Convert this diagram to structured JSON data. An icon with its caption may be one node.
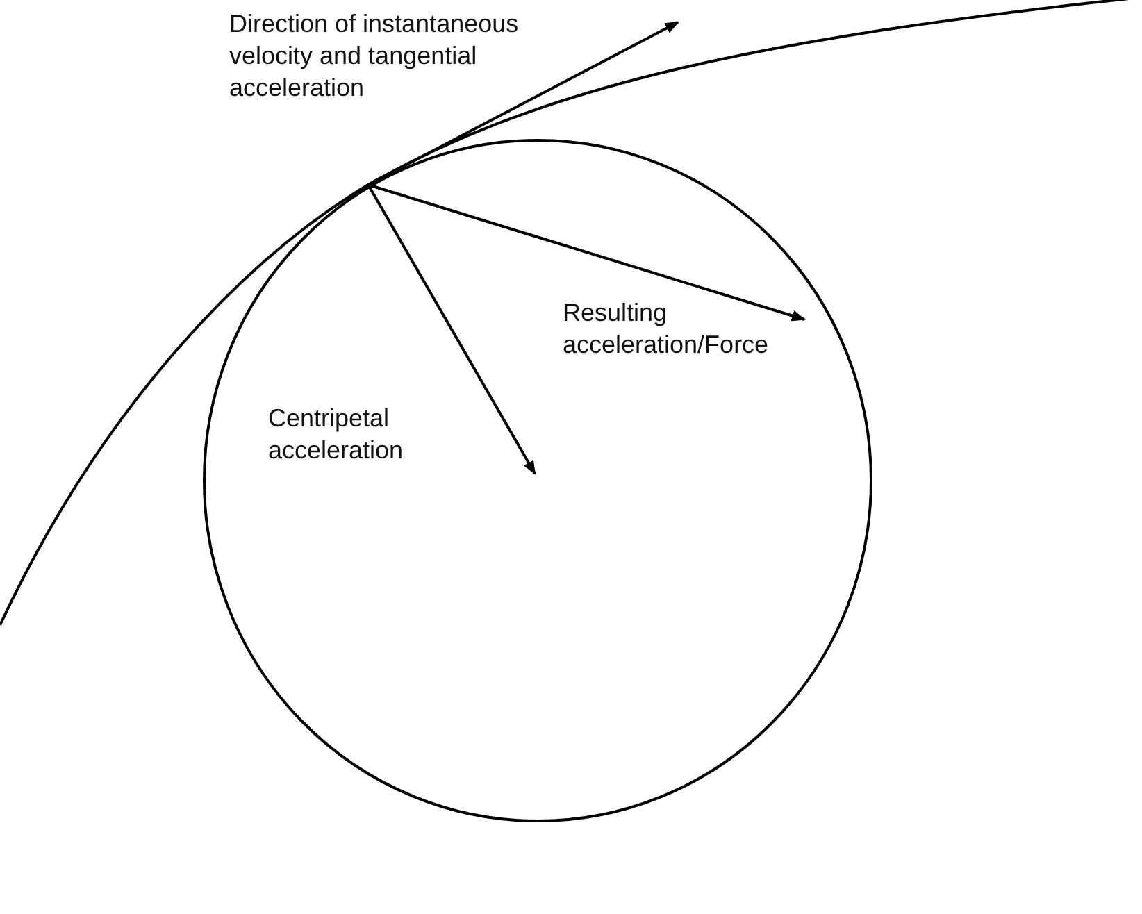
{
  "diagram": {
    "labels": [
      "Direction of instantaneous velocity and tangential acceleration",
      "Resulting acceleration/Force",
      "Centripetal acceleration"
    ]
  }
}
